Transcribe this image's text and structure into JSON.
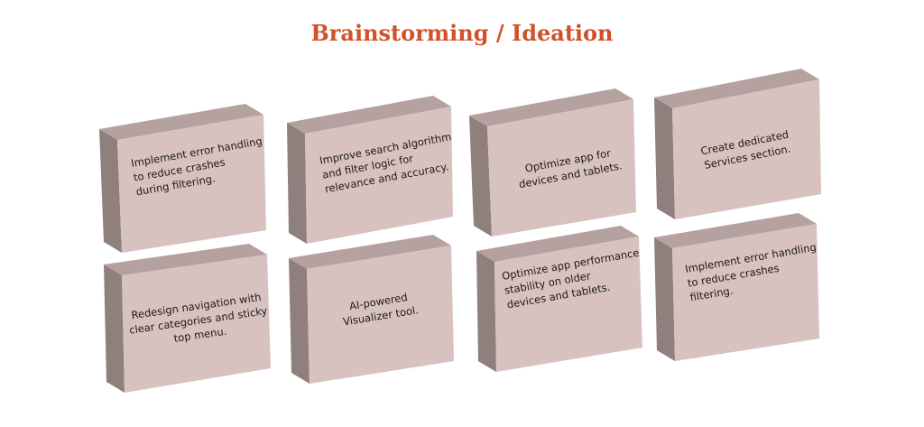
{
  "title": "Brainstorming / Ideation",
  "colors": {
    "title": "#d0512a",
    "front": "#d8c2c0",
    "top": "#b5a19f",
    "side": "#8f7f7d"
  },
  "cards": [
    {
      "lines": [
        "Implement error handling",
        "to reduce crashes",
        "during filtering."
      ]
    },
    {
      "lines": [
        "Improve search algorithm",
        "and filter logic for",
        "relevance and accuracy."
      ]
    },
    {
      "lines": [
        "Optimize app for",
        "devices and tablets."
      ]
    },
    {
      "lines": [
        "Create dedicated",
        "Services section."
      ]
    },
    {
      "lines": [
        "Redesign navigation with",
        "clear categories and sticky",
        "top menu."
      ]
    },
    {
      "lines": [
        "AI-powered",
        "Visualizer tool."
      ]
    },
    {
      "lines": [
        "Optimize app performance",
        "stability on older",
        "devices and tablets."
      ]
    },
    {
      "lines": [
        "Implement error handling",
        "to reduce crashes",
        "filtering."
      ]
    }
  ]
}
